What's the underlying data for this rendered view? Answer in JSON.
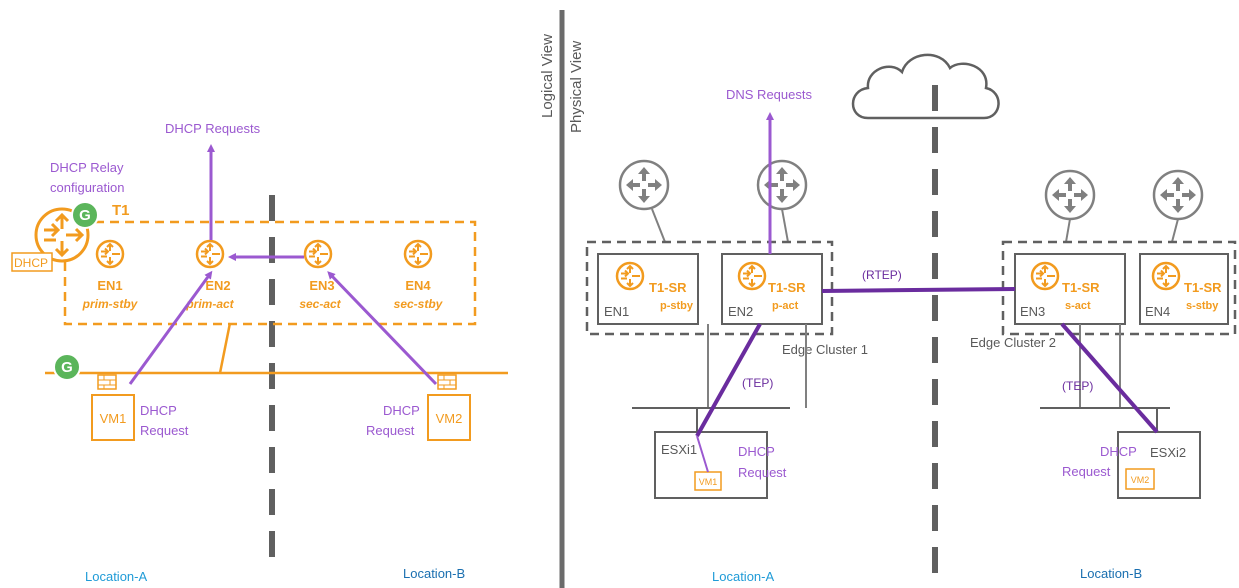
{
  "logical": {
    "dhcp_requests": "DHCP Requests",
    "relay_config": [
      "DHCP Relay",
      "configuration"
    ],
    "t1_label": "T1",
    "g_label": "G",
    "dhcp_tag": "DHCP",
    "edge_nodes": [
      {
        "name": "EN1",
        "role": "prim-stby"
      },
      {
        "name": "EN2",
        "role": "prim-act"
      },
      {
        "name": "EN3",
        "role": "sec-act"
      },
      {
        "name": "EN4",
        "role": "sec-stby"
      }
    ],
    "vm1": "VM1",
    "vm2": "VM2",
    "vm1_request": [
      "DHCP",
      "Request"
    ],
    "vm2_request": [
      "DHCP",
      "Request"
    ],
    "location_a": "Location-A",
    "location_b": "Location-B"
  },
  "divider": {
    "logical_view": "Logical View",
    "physical_view": "Physical View"
  },
  "physical": {
    "dns_requests": "DNS Requests",
    "rtep": "(RTEP)",
    "tep_left": "(TEP)",
    "tep_right": "(TEP)",
    "edge_cluster_1": "Edge Cluster 1",
    "edge_cluster_2": "Edge Cluster 2",
    "nodes": [
      {
        "name": "EN1",
        "sr": "T1-SR",
        "state": "p-stby"
      },
      {
        "name": "EN2",
        "sr": "T1-SR",
        "state": "p-act"
      },
      {
        "name": "EN3",
        "sr": "T1-SR",
        "state": "s-act"
      },
      {
        "name": "EN4",
        "sr": "T1-SR",
        "state": "s-stby"
      }
    ],
    "esxi1": "ESXi1",
    "esxi2": "ESXi2",
    "vm1": "VM1",
    "vm2": "VM2",
    "esxi1_request": [
      "DHCP",
      "Request"
    ],
    "esxi2_request": [
      "DHCP",
      "Request"
    ],
    "location_a": "Location-A",
    "location_b": "Location-B"
  },
  "colors": {
    "purple": "#9b59d0",
    "dark_purple": "#6a2c9e",
    "orange": "#f29b1f",
    "green": "#5bb55b",
    "gray": "#808080",
    "blue": "#1f9bd7"
  }
}
